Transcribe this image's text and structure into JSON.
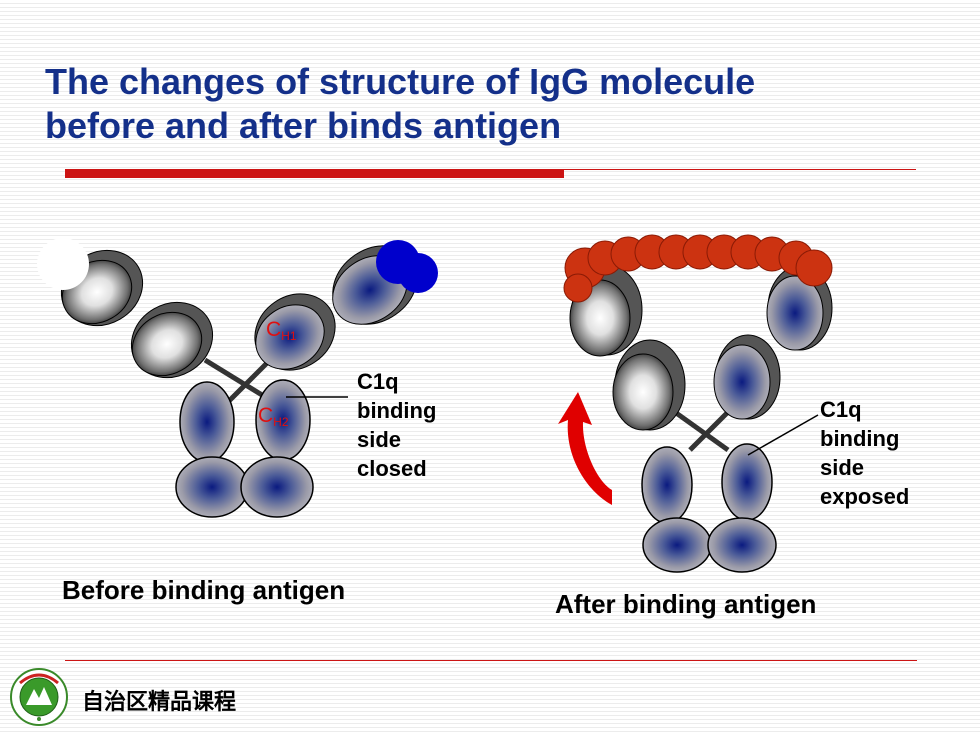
{
  "title": {
    "line1": "The changes of structure of IgG molecule",
    "line2": "before and after binds antigen"
  },
  "left_panel": {
    "ch1": {
      "main": "C",
      "sub": "H1"
    },
    "ch2": {
      "main": "C",
      "sub": "H2"
    },
    "note": [
      "C1q",
      "binding",
      "side",
      "closed"
    ],
    "caption": "Before binding antigen"
  },
  "right_panel": {
    "note": [
      "C1q",
      "binding",
      "side",
      "exposed"
    ],
    "caption": "After binding antigen"
  },
  "footer": {
    "text": "自治区精品课程",
    "logo_icon": "university-seal-icon"
  },
  "colors": {
    "title": "#14308a",
    "rule": "#cc1414",
    "domain_label": "#e01010",
    "antigen_left": "#0000cc",
    "antigen_right": "#cc3311",
    "arrow": "#e00000"
  }
}
